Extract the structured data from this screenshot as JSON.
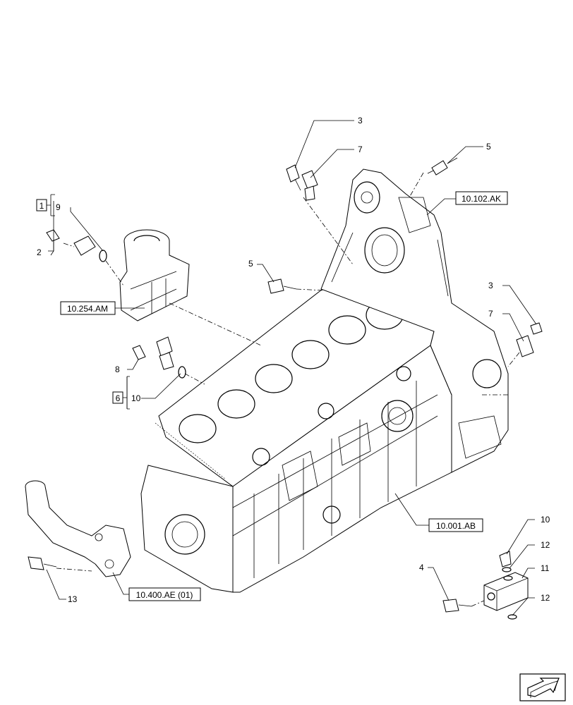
{
  "callouts": {
    "c3_top": "3",
    "c7_top": "7",
    "c5_top": "5",
    "c1": "1",
    "c9": "9",
    "c2": "2",
    "c5_mid": "5",
    "c3_right": "3",
    "c7_right": "7",
    "c8": "8",
    "c6": "6",
    "c10_left": "10",
    "c10_right": "10",
    "c12_top": "12",
    "c11": "11",
    "c12_bottom": "12",
    "c4": "4",
    "c13": "13"
  },
  "references": {
    "ref_10102AK": "10.102.AK",
    "ref_10254AM": "10.254.AM",
    "ref_10001AB": "10.001.AB",
    "ref_10400AE": "10.400.AE (01)"
  },
  "icons": {
    "nav": "next-page-arrow-icon"
  }
}
